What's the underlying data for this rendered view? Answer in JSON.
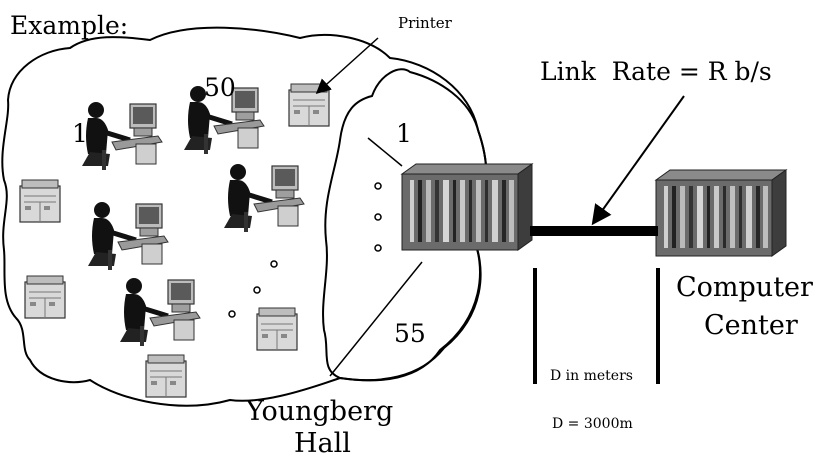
{
  "labels": {
    "example": "Example:",
    "printer": "Printer",
    "link_rate": "Link  Rate = R b/s",
    "num_1_left": "1",
    "num_50": "50",
    "num_1_right": "1",
    "num_55": "55",
    "youngberg_line1": "Youngberg",
    "youngberg_line2": "Hall",
    "computer_line1": "Computer",
    "computer_line2": "Center",
    "d_in_meters": "D in meters",
    "d_value": "D = 3000m"
  },
  "colors": {
    "stroke": "#000000",
    "rack": "#5f5f5f",
    "printer_body": "#d8d8d8"
  },
  "icons": [
    "user-at-computer-icon",
    "printer-icon",
    "router-rack-icon"
  ]
}
